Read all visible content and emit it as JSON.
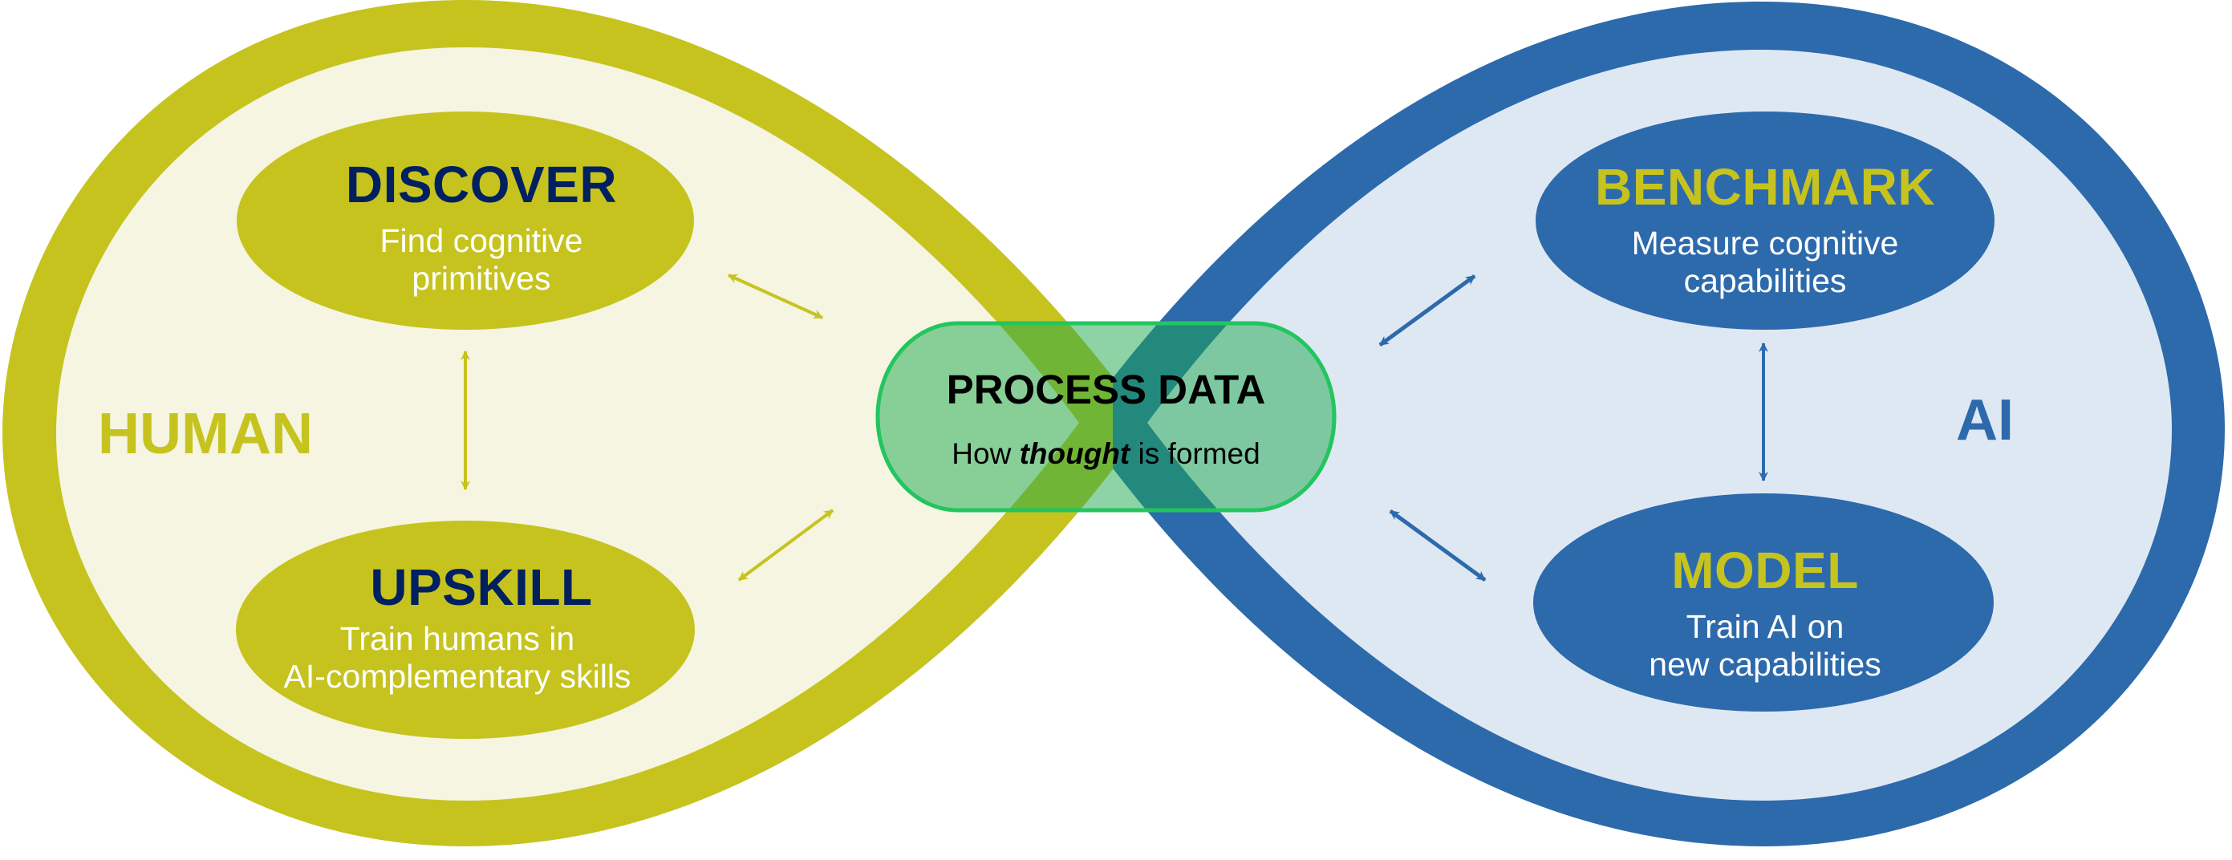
{
  "colors": {
    "human_ring": "#C6C31F",
    "human_fill": "#F5F5E1",
    "human_node": "#C6C31F",
    "human_title": "#002060",
    "ai_ring": "#2D6AAC",
    "ai_fill": "#DEE8F3",
    "ai_node": "#2D6AAC",
    "ai_title": "#C6C31F",
    "pill_border": "#22C55E",
    "pill_fill": "rgba(28,168,78,0.5)"
  },
  "left_loop": {
    "label": "HUMAN",
    "nodes": [
      {
        "title": "DISCOVER",
        "line1": "Find cognitive",
        "line2": "primitives"
      },
      {
        "title": "UPSKILL",
        "line1": "Train humans in",
        "line2": "AI-complementary skills"
      }
    ]
  },
  "right_loop": {
    "label": "AI",
    "nodes": [
      {
        "title": "BENCHMARK",
        "line1": "Measure cognitive",
        "line2": "capabilities"
      },
      {
        "title": "MODEL",
        "line1": "Train AI on",
        "line2": "new capabilities"
      }
    ]
  },
  "center": {
    "title": "PROCESS DATA",
    "subtitle_pre": "How ",
    "subtitle_emph": "thought",
    "subtitle_post": " is formed"
  },
  "arrows": {
    "left_vertical": "bidirectional-arrow",
    "left_upper_diagonal": "bidirectional-arrow",
    "left_lower_diagonal": "bidirectional-arrow",
    "right_vertical": "bidirectional-arrow",
    "right_upper_diagonal": "bidirectional-arrow",
    "right_lower_diagonal": "bidirectional-arrow"
  }
}
